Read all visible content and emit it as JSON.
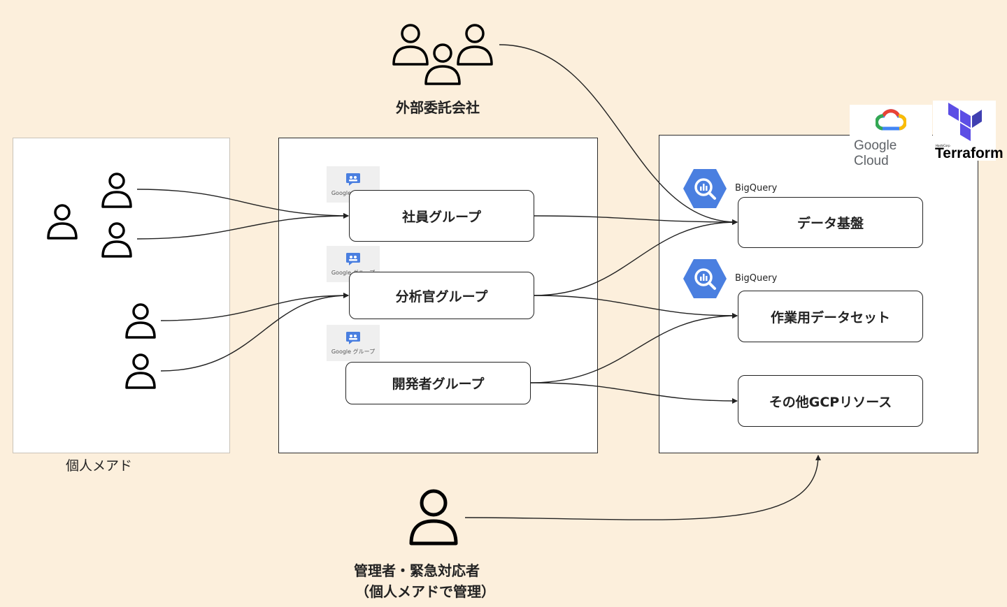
{
  "external": {
    "label": "外部委託会社"
  },
  "personal": {
    "label": "個人メアド"
  },
  "admin": {
    "line1": "管理者・緊急対応者",
    "line2": "（個人メアドで管理）"
  },
  "groups": [
    {
      "name": "社員グループ",
      "badge": "Google グループ"
    },
    {
      "name": "分析官グループ",
      "badge": "Google グループ"
    },
    {
      "name": "開発者グループ",
      "badge": "Google グループ"
    }
  ],
  "resources": [
    {
      "name": "データ基盤",
      "service": "BigQuery"
    },
    {
      "name": "作業用データセット",
      "service": "BigQuery"
    },
    {
      "name": "その他GCPリソース"
    }
  ],
  "logos": {
    "google_cloud": "Google Cloud",
    "terraform": "Terraform",
    "hashicorp": "HashiCorp"
  },
  "colors": {
    "background": "#fcefdc",
    "bigquery": "#4a7fe0",
    "terraform": "#5c4ee5"
  }
}
